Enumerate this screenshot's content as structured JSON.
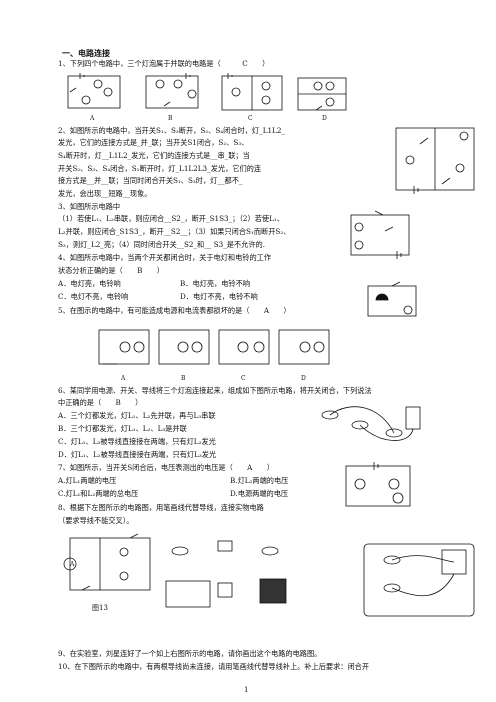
{
  "section_title": "一、电路连接",
  "lines": [
    "1、下列四个电路中，三个灯泡属于并联的电路是（　　　C　　）",
    "2、如图所示的电路中，当开关S₁、S₃断开，S₂、S₄闭合时，灯_L1L2_",
    "发光，它们的连接方式是_并_联；当开关S1闭合，S₂、S₃、",
    "S₄断开时，灯__L1L2_发光，它们的连接方式是__串_联；当",
    "开关S₂、S₃、S₄闭合，S₁断开时，灯_L1L2L3_发光，它们的连",
    "接方式是__并__联；当同时闭合开关S₁、S₃时，灯__都不_",
    "发光，会出现__短路__现象。",
    "3、如图所示电路中",
    "（1）若使L₁、L₂串联，则应闭合__S2_，断开_S1S3_；（2）若使L₁、",
    "L₂并联，则应闭合_S1S3_，断开__S2__；（3）如果只闭合S₁而断开S₂、",
    "S₃，则灯_L2_亮；（4）同时闭合开关__S2_和__ S3_是不允许的.",
    "4、如图所示电路中，当两个开关都闭合时，关于电灯和电铃的工作",
    "状态分析正确的是（　　B　　）",
    "5、在图示的电路中，有可能造成电源和电流表都损坏的是（　　A　　）",
    "6、某同学用电源、开关、导线将三个灯泡连接起来，组成如下图所示电路，将开关闭合，下列说法",
    "中正确的是（　　B　　）",
    "7、如图所示，当开关S闭合后，电压表测出的电压是（　　A　　）",
    "8、根据下左图所示的电路图，用笔画线代替导线，连接实物电路",
    "（要求导线不能交叉）。",
    "9、在实验室，刘星连好了一个如上右图所示的电路，请你画出这个电路的电路图。",
    "10、在下图所示的电路中，有两根导线尚未连接，请用笔画线代替导线补上。补上后要求：闭合开"
  ],
  "q4_options": [
    "A．电灯亮，电铃响",
    "B．电灯亮，电铃不响",
    "C．电灯不亮，电铃响",
    "D．电灯不亮，电铃不响"
  ],
  "q6_options": [
    "A．三个灯都发光，灯L₁、L₂先并联，再与L₃串联",
    "B．三个灯都发光，灯L₁、L₂、L₃是并联",
    "C．灯L₁、L₃被导线直接接在两端，只有灯L₂发光",
    "D．灯L₁、L₂被导线直接接在两端，只有灯L₃发光"
  ],
  "q7_options": [
    "A.灯L₁两端的电压",
    "B.灯L₂两端的电压",
    "C.灯L₁和L₂两端的总电压",
    "D.电源两端的电压"
  ],
  "q1_figure_labels": [
    "A",
    "B",
    "C",
    "D"
  ],
  "q5_figure_labels": [
    "A",
    "B",
    "C",
    "D"
  ],
  "fig13_caption": "图13",
  "page_number": "1"
}
